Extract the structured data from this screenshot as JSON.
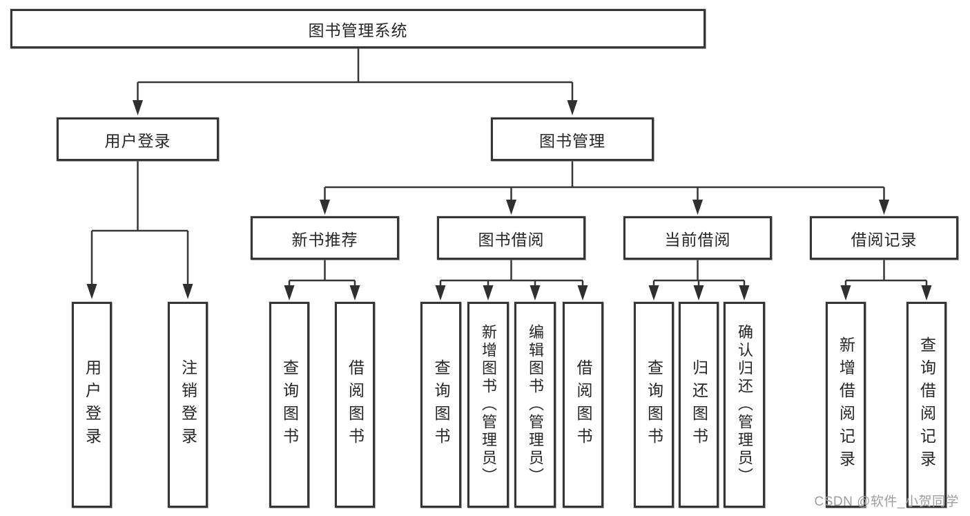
{
  "diagram": {
    "root": {
      "label": "图书管理系统"
    },
    "branches": [
      {
        "label": "用户登录",
        "children": [
          {
            "label": "用户登录"
          },
          {
            "label": "注销登录"
          }
        ]
      },
      {
        "label": "图书管理",
        "children": [
          {
            "label": "新书推荐",
            "children": [
              {
                "label": "查询图书"
              },
              {
                "label": "借阅图书"
              }
            ]
          },
          {
            "label": "图书借阅",
            "children": [
              {
                "label": "查询图书"
              },
              {
                "label": "新增图书（管理员）"
              },
              {
                "label": "编辑图书（管理员）"
              },
              {
                "label": "借阅图书"
              }
            ]
          },
          {
            "label": "当前借阅",
            "children": [
              {
                "label": "查询图书"
              },
              {
                "label": "归还图书"
              },
              {
                "label": "确认归还（管理员）"
              }
            ]
          },
          {
            "label": "借阅记录",
            "children": [
              {
                "label": "新增借阅记录"
              },
              {
                "label": "查询借阅记录"
              }
            ]
          }
        ]
      }
    ]
  },
  "watermark": "CSDN @软件_小贺同学",
  "colors": {
    "line": "#363636",
    "text": "#262626",
    "box_background": "#ffffff",
    "watermark": "#9e9e9e",
    "page_background": "#ffffff"
  }
}
